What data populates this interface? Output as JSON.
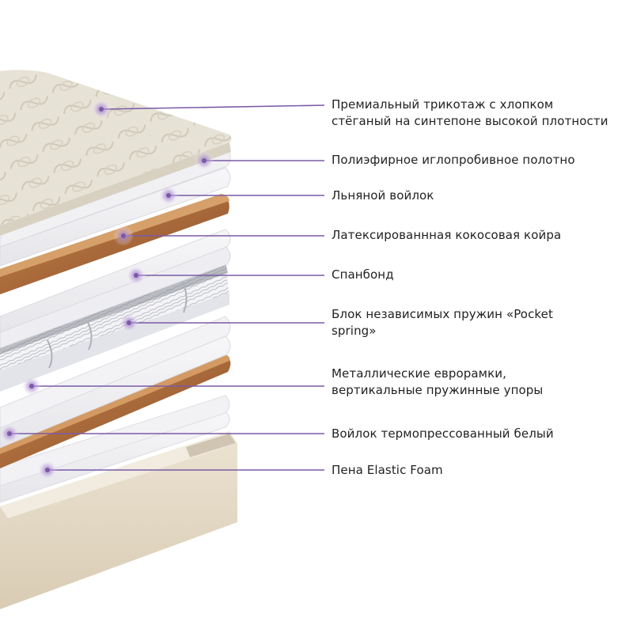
{
  "accent_color": "#7a5aa6",
  "layers": [
    {
      "label": "Премиальный трикотаж с хлопком\nстёганый на синтепоне высокой плотности"
    },
    {
      "label": "Полиэфирное иглопробивное полотно"
    },
    {
      "label": "Льняной войлок"
    },
    {
      "label": "Латексированнная кокосовая койра"
    },
    {
      "label": "Спанбонд"
    },
    {
      "label": "Блок независимых пружин «Pocket\nspring»"
    },
    {
      "label": "Металлические еврорамки,\nвертикальные пружинные упоры"
    },
    {
      "label": "Войлок термопрессованный белый"
    },
    {
      "label": "Пена Elastic Foam"
    }
  ]
}
